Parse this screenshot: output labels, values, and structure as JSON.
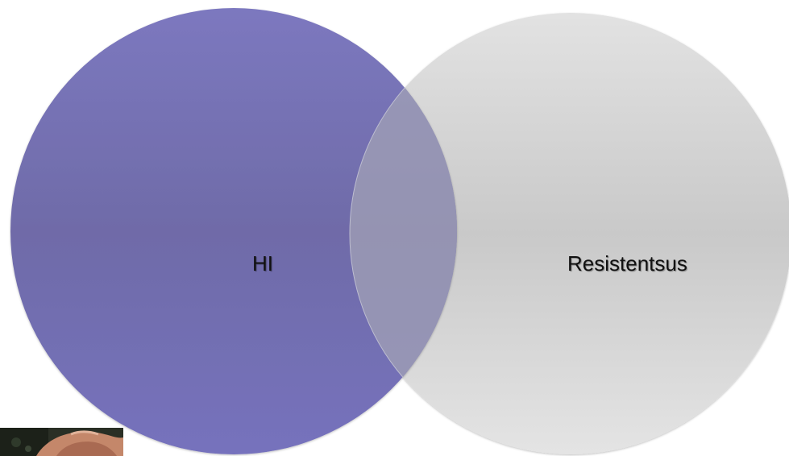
{
  "diagram": {
    "type": "venn",
    "sets": [
      {
        "label": "HI",
        "color": "#7470b3"
      },
      {
        "label": "Resistentsus",
        "color": "#d2d2d2"
      }
    ],
    "overlap_color": "#8f8fa6"
  },
  "thumbnail": {
    "icon": "photo-thumbnail-icon",
    "colors": [
      "#1f2a1f",
      "#c98a6a",
      "#3a2a22"
    ]
  }
}
